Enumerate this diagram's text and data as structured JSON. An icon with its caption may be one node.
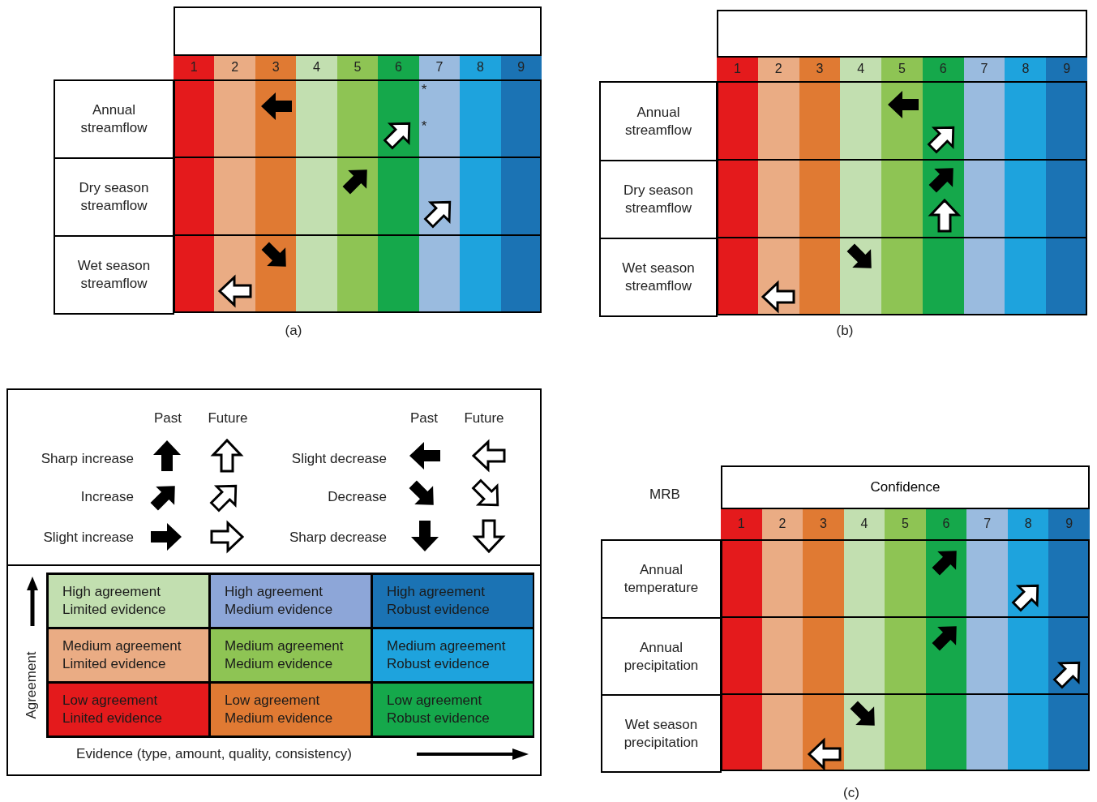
{
  "diagram": {
    "nodes": [
      {
        "text": [],
        "shape": "box"
      },
      {
        "text": [
          "Annual streamflow"
        ]
      },
      {
        "text": [
          "Dry season streamflow"
        ]
      },
      {
        "text": [
          "Wet season streamflow"
        ]
      },
      {
        "text": [],
        "shape": "box"
      },
      {
        "text": [
          "Annual streamflow"
        ]
      },
      {
        "text": [
          "Dry season streamflow"
        ]
      },
      {
        "text": [
          "Wet season streamflow"
        ]
      },
      {
        "text": [
          "High agreement",
          "Limited evidence"
        ]
      },
      {
        "text": [
          "High agreement",
          "Medium evidence"
        ]
      },
      {
        "text": [
          "High agreement",
          "Robust evidence"
        ]
      },
      {
        "text": [
          "Medium agreement",
          "Limited evidence"
        ]
      },
      {
        "text": [
          "Medium agreement",
          "Medium evidence"
        ]
      },
      {
        "text": [
          "Medium agreement",
          "Robust evidence"
        ]
      },
      {
        "text": [
          "Low agreement",
          "Linited evidence"
        ]
      },
      {
        "text": [
          "Low agreement",
          "Medium evidence"
        ]
      },
      {
        "text": [
          "Low agreement",
          "Robust evidence"
        ]
      },
      {
        "text": [
          "Confidence"
        ]
      },
      {
        "text": [
          "Annual temperature"
        ]
      },
      {
        "text": [
          "Annual precipitation"
        ]
      },
      {
        "text": [
          "Wet season precipitation"
        ]
      }
    ],
    "labels": [
      "1",
      "2",
      "3",
      "4",
      "5",
      "6",
      "7",
      "8",
      "9",
      "*",
      "*",
      "(a)",
      "1",
      "2",
      "3",
      "4",
      "5",
      "6",
      "7",
      "8",
      "9",
      "(b)",
      "Past",
      "Future",
      "Past",
      "Future",
      "Sharp increase",
      "Slight decrease",
      "Increase",
      "Decrease",
      "Slight increase",
      "Sharp decrease",
      "Agreement",
      "Evidence (type, amount, quality, consistency)",
      "MRB",
      "1",
      "2",
      "3",
      "4",
      "5",
      "6",
      "7",
      "8",
      "9",
      "(c)"
    ]
  }
}
